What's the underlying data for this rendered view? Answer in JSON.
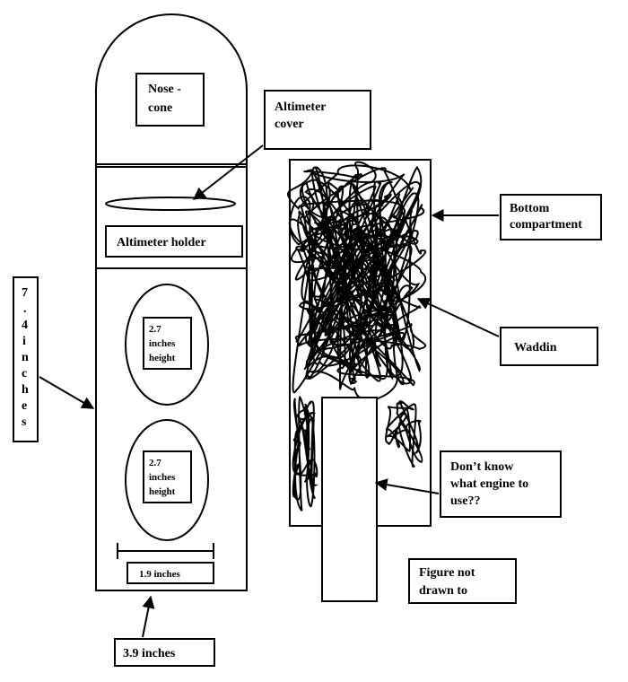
{
  "labels": {
    "nose_cone_line1": "Nose -",
    "nose_cone_line2": "cone",
    "altimeter_cover_line1": "Altimeter",
    "altimeter_cover_line2": "cover",
    "altimeter_holder": "Altimeter holder",
    "bottom_compartment_line1": "Bottom",
    "bottom_compartment_line2": "compartment",
    "length_vertical": [
      "7",
      ".",
      "4",
      "i",
      "n",
      "c",
      "h",
      "e",
      "s"
    ],
    "parachute1_line1": "2.7",
    "parachute1_line2": "inches",
    "parachute1_line3": "height",
    "parachute2_line1": "2.7",
    "parachute2_line2": "inches",
    "parachute2_line3": "height",
    "inner_width": "1.9 inches",
    "outer_width": "3.9 inches",
    "wadding": "Waddin",
    "engine_line1": "Don’t know",
    "engine_line2": "what engine to",
    "engine_line3": "use??",
    "note_line1": "Figure not",
    "note_line2": "drawn to"
  },
  "colors": {
    "stroke": "#000000",
    "background": "#ffffff"
  }
}
